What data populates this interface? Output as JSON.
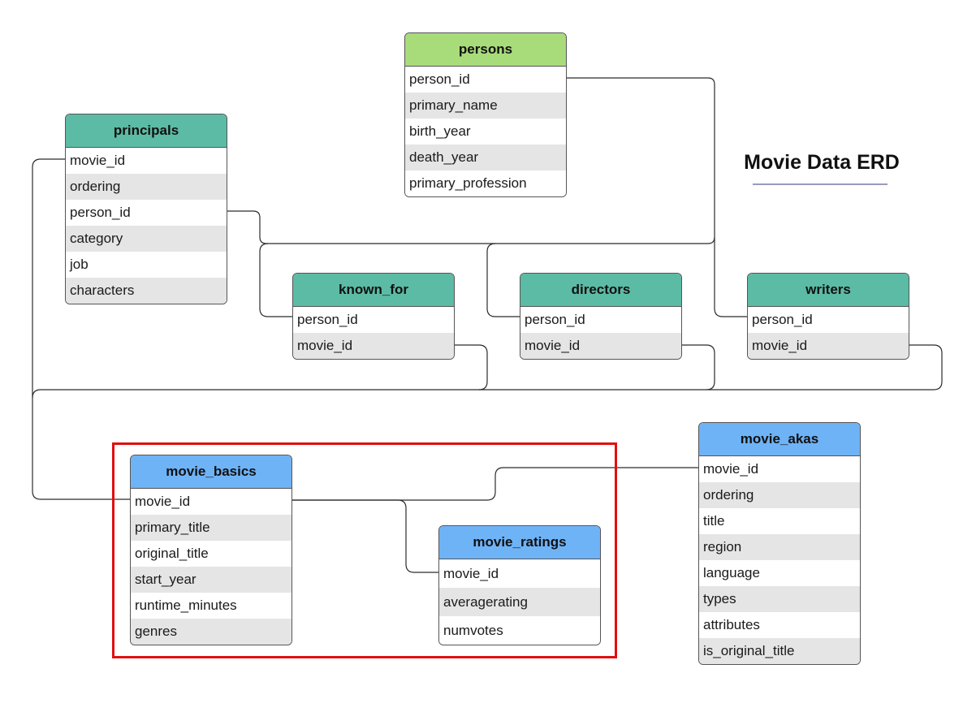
{
  "title": "Movie Data ERD",
  "colors": {
    "header_green": "#a8dc7a",
    "header_teal": "#5cbba5",
    "header_blue": "#6fb3f7",
    "highlight_red": "#e01010",
    "row_alt": "#e5e5e5"
  },
  "tables": {
    "persons": {
      "name": "persons",
      "fields": [
        "person_id",
        "primary_name",
        "birth_year",
        "death_year",
        "primary_profession"
      ]
    },
    "principals": {
      "name": "principals",
      "fields": [
        "movie_id",
        "ordering",
        "person_id",
        "category",
        "job",
        "characters"
      ]
    },
    "known_for": {
      "name": "known_for",
      "fields": [
        "person_id",
        "movie_id"
      ]
    },
    "directors": {
      "name": "directors",
      "fields": [
        "person_id",
        "movie_id"
      ]
    },
    "writers": {
      "name": "writers",
      "fields": [
        "person_id",
        "movie_id"
      ]
    },
    "movie_basics": {
      "name": "movie_basics",
      "fields": [
        "movie_id",
        "primary_title",
        "original_title",
        "start_year",
        "runtime_minutes",
        "genres"
      ]
    },
    "movie_ratings": {
      "name": "movie_ratings",
      "fields": [
        "movie_id",
        "averagerating",
        "numvotes"
      ]
    },
    "movie_akas": {
      "name": "movie_akas",
      "fields": [
        "movie_id",
        "ordering",
        "title",
        "region",
        "language",
        "types",
        "attributes",
        "is_original_title"
      ]
    }
  },
  "relationships": [
    {
      "from": "persons.person_id",
      "to": "principals.person_id"
    },
    {
      "from": "persons.person_id",
      "to": "known_for.person_id"
    },
    {
      "from": "persons.person_id",
      "to": "directors.person_id"
    },
    {
      "from": "persons.person_id",
      "to": "writers.person_id"
    },
    {
      "from": "movie_basics.movie_id",
      "to": "principals.movie_id"
    },
    {
      "from": "movie_basics.movie_id",
      "to": "known_for.movie_id"
    },
    {
      "from": "movie_basics.movie_id",
      "to": "directors.movie_id"
    },
    {
      "from": "movie_basics.movie_id",
      "to": "writers.movie_id"
    },
    {
      "from": "movie_basics.movie_id",
      "to": "movie_ratings.movie_id"
    },
    {
      "from": "movie_basics.movie_id",
      "to": "movie_akas.movie_id"
    }
  ],
  "highlight": {
    "tables": [
      "movie_basics",
      "movie_ratings"
    ]
  }
}
